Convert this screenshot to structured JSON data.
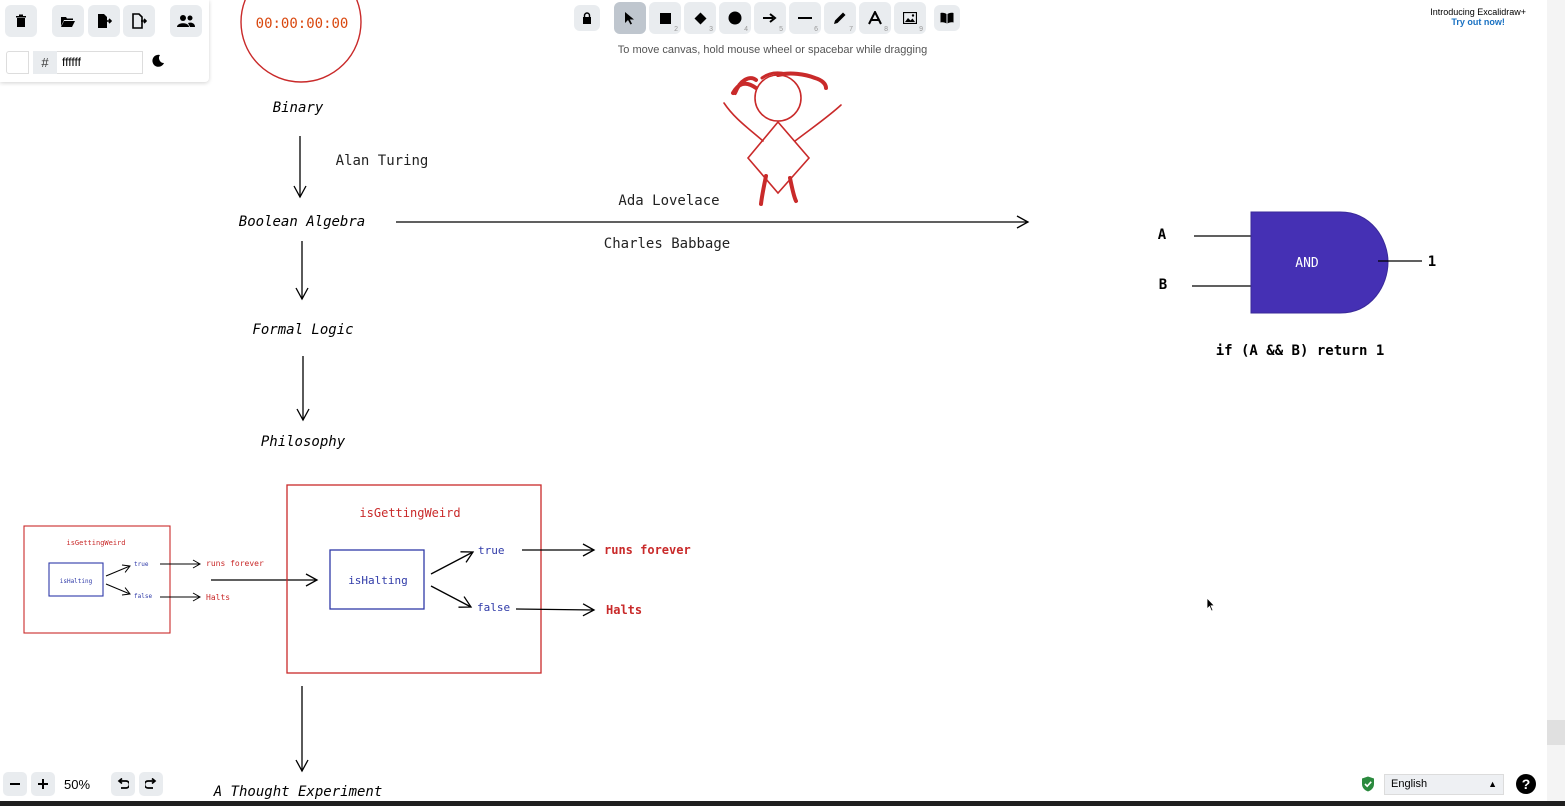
{
  "toolbar_left": {
    "color_hash": "#",
    "color_value": "ffffff"
  },
  "toolbar": {
    "tools": [
      {
        "name": "lock",
        "num": ""
      },
      {
        "name": "selection",
        "num": "1"
      },
      {
        "name": "rectangle",
        "num": "2"
      },
      {
        "name": "diamond",
        "num": "3"
      },
      {
        "name": "ellipse",
        "num": "4"
      },
      {
        "name": "arrow",
        "num": "5"
      },
      {
        "name": "line",
        "num": "6"
      },
      {
        "name": "draw",
        "num": "7"
      },
      {
        "name": "text",
        "num": "8"
      },
      {
        "name": "image",
        "num": "9"
      },
      {
        "name": "library",
        "num": ""
      }
    ],
    "hint": "To move canvas, hold mouse wheel or spacebar while dragging"
  },
  "promo": {
    "line1": "Introducing Excalidraw+",
    "line2": "Try out now!"
  },
  "canvas": {
    "timer": "00:00:00:00",
    "binary": "Binary",
    "alan_turing": "Alan Turing",
    "boolean_algebra": "Boolean Algebra",
    "ada_lovelace": "Ada Lovelace",
    "charles_babbage": "Charles Babbage",
    "formal_logic": "Formal Logic",
    "philosophy": "Philosophy",
    "thought_experiment": "A Thought Experiment",
    "gate_label": "AND",
    "input_a": "A",
    "input_b": "B",
    "output": "1",
    "gate_code": "if (A && B) return 1",
    "big_box_title": "isGettingWeird",
    "big_inner": "isHalting",
    "big_true": "true",
    "big_false": "false",
    "big_runs": "runs forever",
    "big_halts": "Halts",
    "small_box_title": "isGettingWeird",
    "small_inner": "isHalting",
    "small_true": "true",
    "small_false": "false",
    "small_runs": "runs forever",
    "small_halts": "Halts",
    "colors": {
      "red": "#c92a2a",
      "blue": "#2f3aa8",
      "gate_fill": "#4530b4",
      "timer_orange": "#d9480f"
    }
  },
  "bottom": {
    "zoom": "50%",
    "language": "English",
    "help": "?"
  }
}
